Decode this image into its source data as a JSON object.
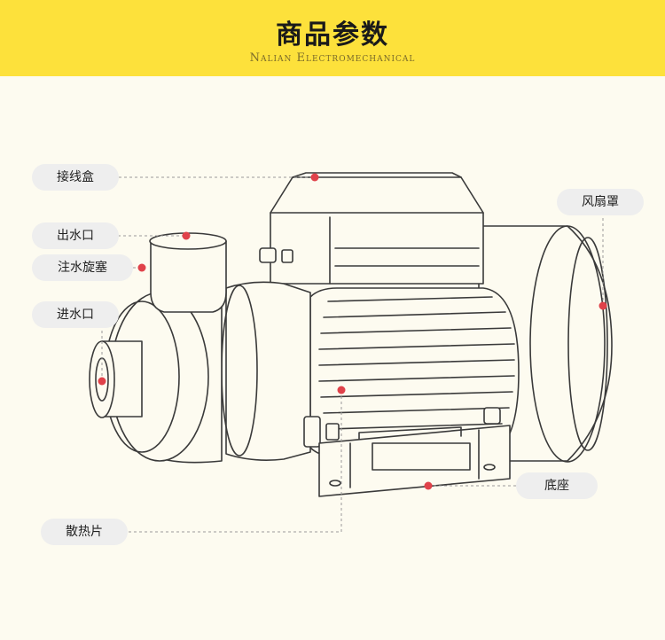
{
  "header": {
    "title": "商品参数",
    "subtitle": "Nalian Electromechanical"
  },
  "parts": {
    "junction_box": "接线盒",
    "outlet": "出水口",
    "priming_plug": "注水旋塞",
    "inlet": "进水口",
    "heat_sink": "散热片",
    "fan_cover": "风扇罩",
    "base": "底座"
  },
  "colors": {
    "banner": "#fde13b",
    "background": "#fdfbf0",
    "marker": "#e0424a",
    "label_bg": "#eeeeee",
    "line_art": "#333333"
  }
}
